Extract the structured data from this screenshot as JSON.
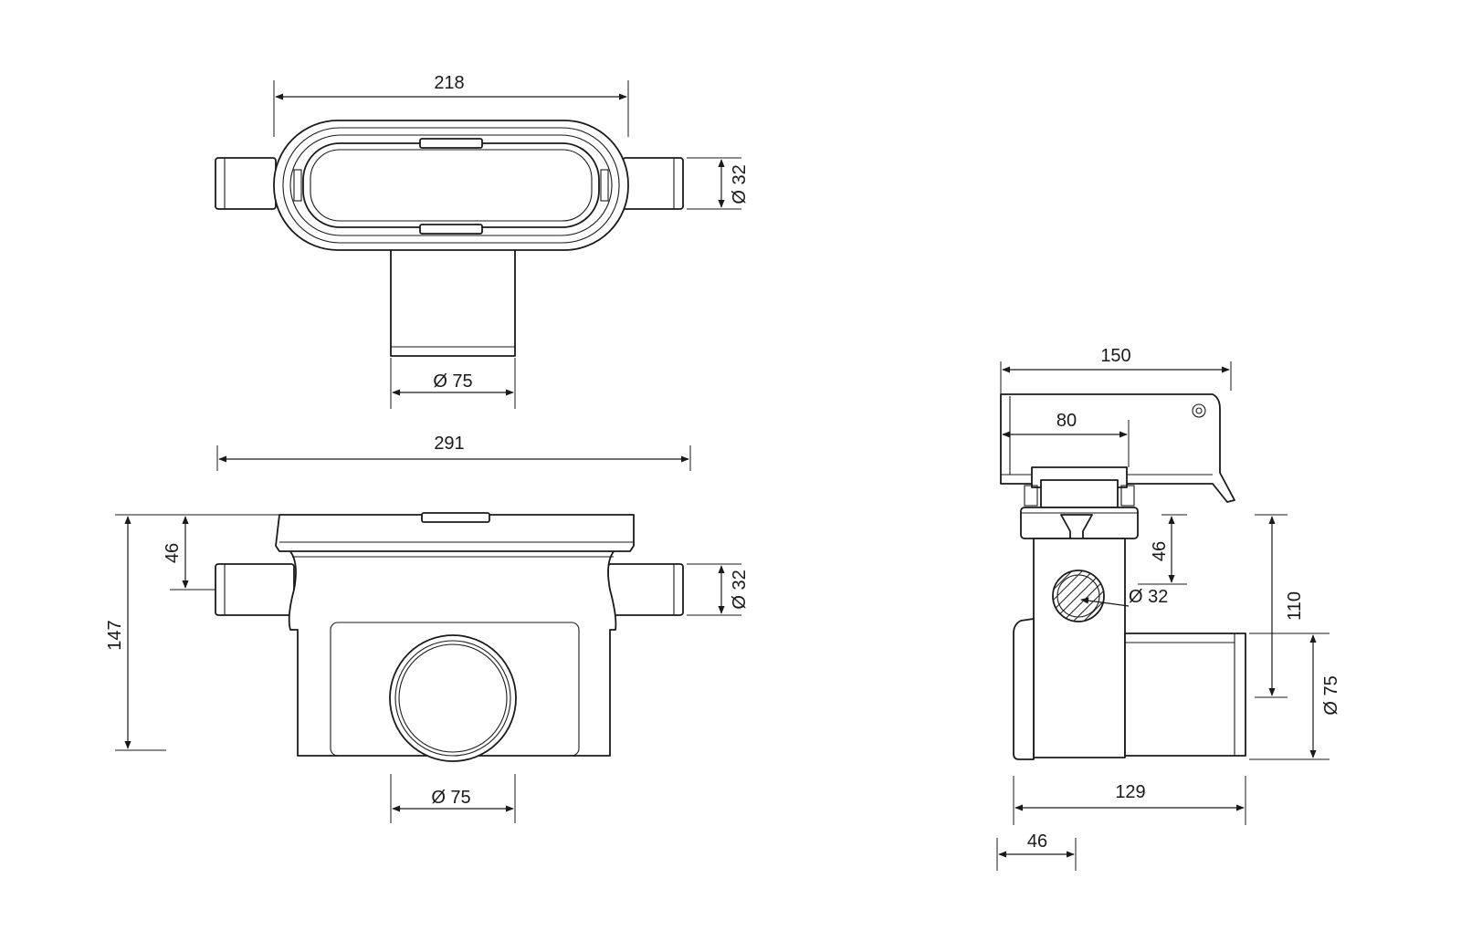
{
  "colors": {
    "line": "#1a1a1a",
    "background": "#ffffff"
  },
  "top_view": {
    "width_label": "218",
    "side_outlet_label": "Ø 32",
    "bottom_outlet_label": "Ø 75"
  },
  "front_view": {
    "width_label": "291",
    "height_label": "147",
    "inlet_height_label": "46",
    "side_outlet_label": "Ø 32",
    "bottom_outlet_label": "Ø 75"
  },
  "side_view": {
    "grate_width_label": "150",
    "grate_inner_label": "80",
    "inlet_height_label": "46",
    "side_outlet_label": "Ø 32",
    "outlet_height_label": "110",
    "bottom_outlet_label": "Ø 75",
    "depth_label": "129",
    "offset_label": "46"
  }
}
